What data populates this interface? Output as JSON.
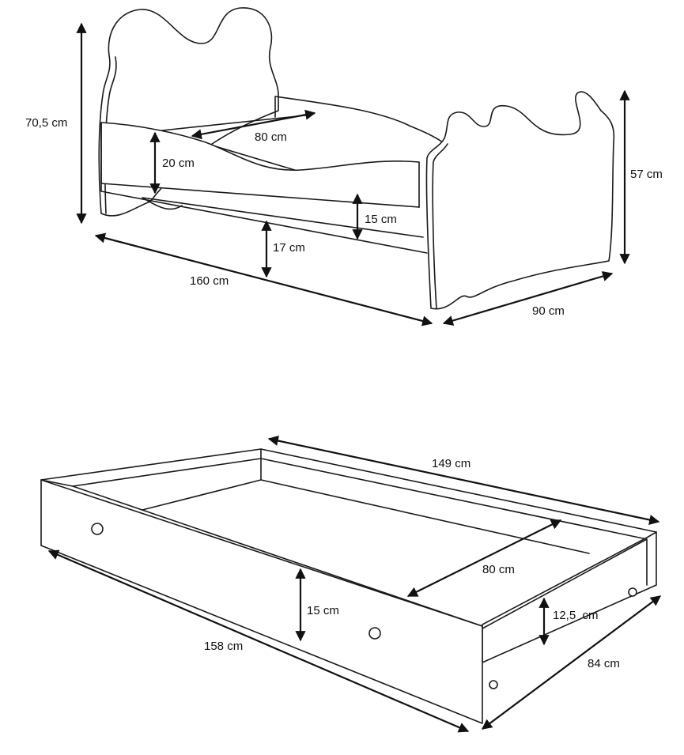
{
  "bed": {
    "height_total": "70,5 cm",
    "mattress_width": "80 cm",
    "side_height": "20 cm",
    "side_gap": "15 cm",
    "clearance": "17 cm",
    "length": "160 cm",
    "footboard_height": "57 cm",
    "width": "90 cm"
  },
  "drawer": {
    "inner_length": "149 cm",
    "inner_width": "80 cm",
    "front_height": "15 cm",
    "side_height": "12,5  cm",
    "length": "158 cm",
    "width": "84 cm"
  }
}
